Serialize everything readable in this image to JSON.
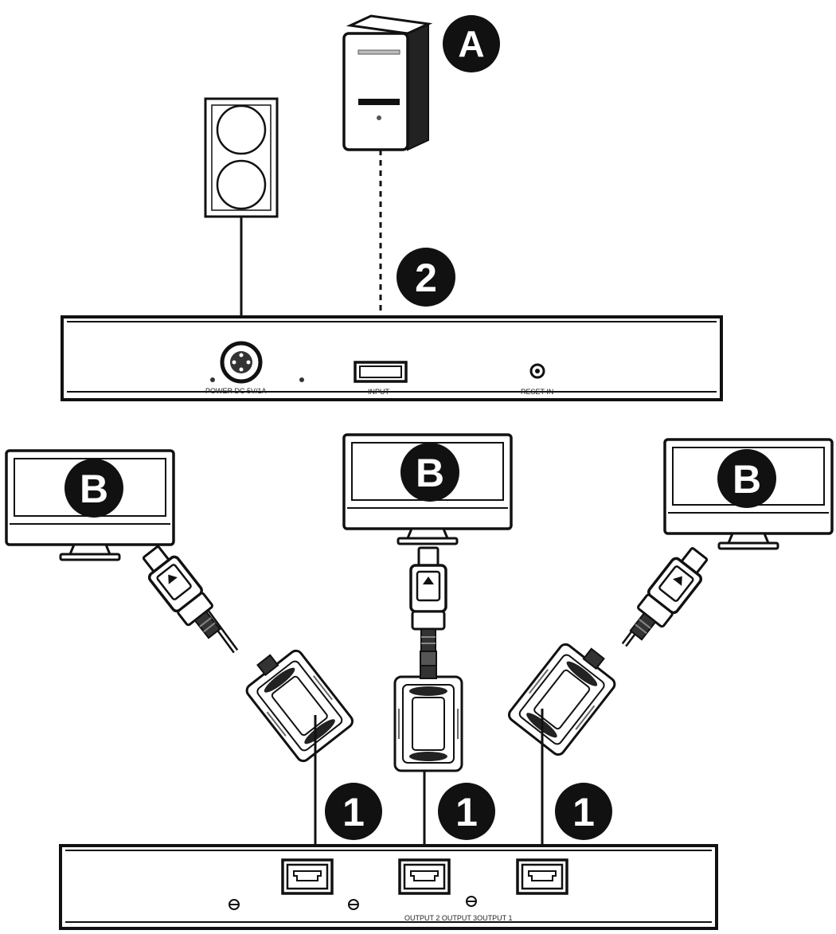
{
  "diagram": {
    "labels": {
      "computer": "A",
      "input_step": "2",
      "monitor_left": "B",
      "monitor_center": "B",
      "monitor_right": "B",
      "output_step_left": "1",
      "output_step_center": "1",
      "output_step_right": "1"
    },
    "front_panel": {
      "power_label": "POWER DC 5V/1A",
      "input_label": "INPUT",
      "reset_label": "RESET IN"
    },
    "back_panel": {
      "outputs_label": "OUTPUT 2  OUTPUT 3OUTPUT 1"
    },
    "colors": {
      "ink": "#111111",
      "paper": "#ffffff",
      "panel_gray": "#bdbdbd"
    }
  }
}
